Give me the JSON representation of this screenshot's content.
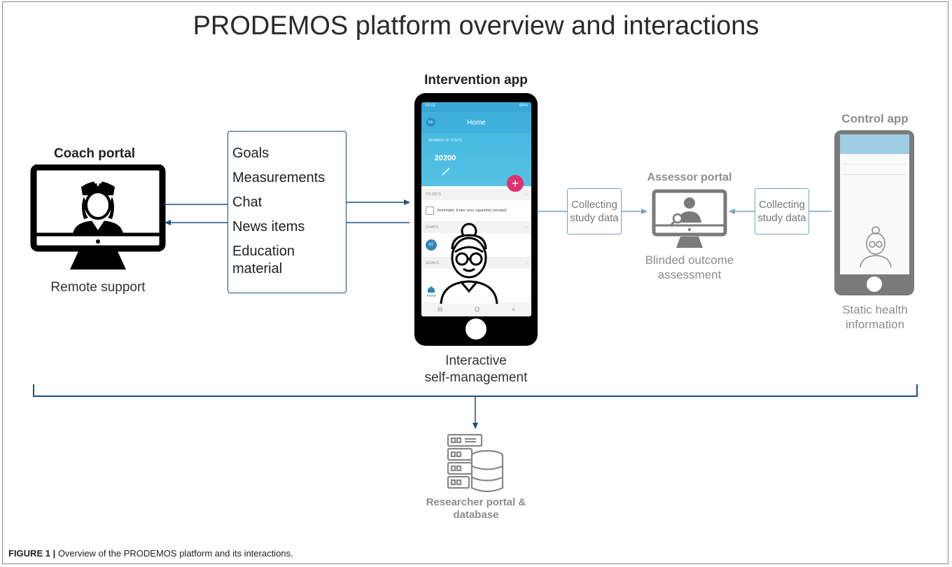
{
  "title": "PRODEMOS platform overview and interactions",
  "coach_portal": {
    "heading": "Coach portal",
    "subtitle": "Remote support"
  },
  "items_box": {
    "items": [
      "Goals",
      "Measurements",
      "Chat",
      "News items",
      "Education material"
    ]
  },
  "intervention_app": {
    "heading": "Intervention app",
    "subtitle_line1": "Interactive",
    "subtitle_line2": "self-management",
    "screen": {
      "status_time": "09:02",
      "status_right": "94%",
      "header_title": "Home",
      "avatar_initials": "GK",
      "steps_label": "NUMBER OF STEPS",
      "steps_value": "20200",
      "fab_symbol": "+",
      "section_todos": "TO DO'S",
      "reminder_text": "Reminder: Enter your cigarettes smoked",
      "section_chats": "CHATS",
      "chat_initials": "AT",
      "section_goals": "GOALS",
      "nav_home": "Home",
      "nav_back_symbols": [
        "III",
        "O",
        "<"
      ]
    }
  },
  "collecting_left": "Collecting study data",
  "collecting_right": "Collecting study data",
  "assessor_portal": {
    "heading": "Assessor portal",
    "subtitle_line1": "Blinded outcome",
    "subtitle_line2": "assessment"
  },
  "control_app": {
    "heading": "Control app",
    "subtitle_line1": "Static health",
    "subtitle_line2": "information"
  },
  "researcher": {
    "line1": "Researcher portal &",
    "line2": "database"
  },
  "caption": {
    "label": "FIGURE 1 |",
    "text": " Overview of the PRODEMOS platform and its interactions."
  },
  "colors": {
    "arrow_dark": "#1f4f7b",
    "arrow_light": "#7ea1bc",
    "accent_pink": "#e0326d",
    "screen_blue": "#3fb0dc"
  }
}
